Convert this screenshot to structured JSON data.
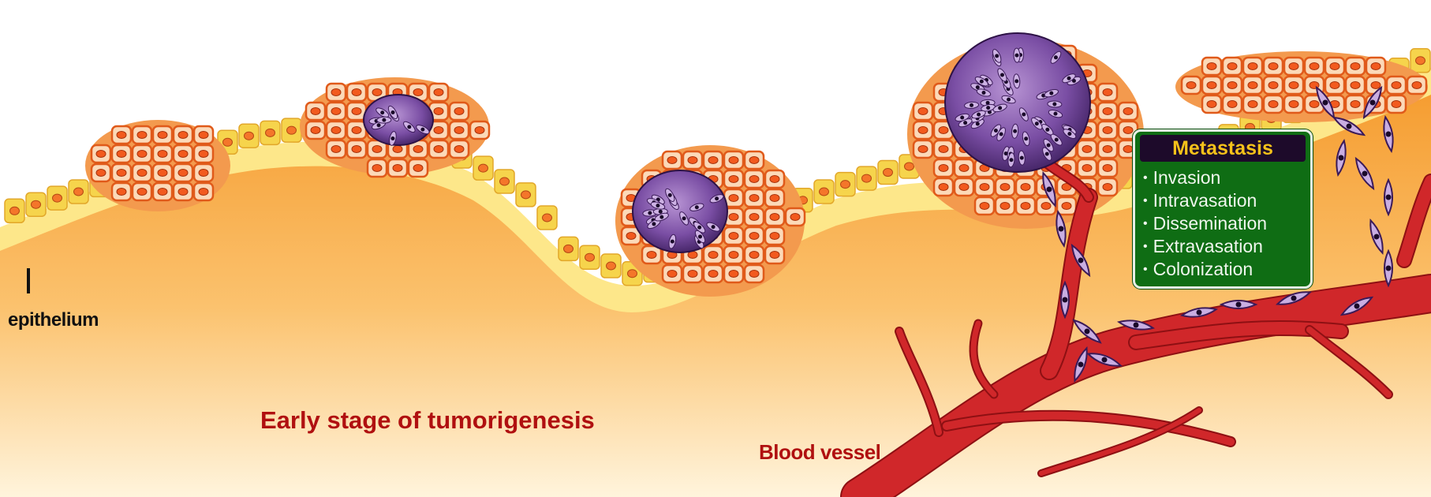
{
  "labels": {
    "epithelium": "epithelium",
    "early_stage": "Early stage of tumorigenesis",
    "blood_vessel": "Blood vessel"
  },
  "metastasis": {
    "title": "Metastasis",
    "steps": [
      "Invasion",
      "Intravasation",
      "Dissemination",
      "Extravasation",
      "Colonization"
    ]
  },
  "colors": {
    "tissue": "#f7a43a",
    "basement_layer": "#fbe57e",
    "normal_cell": "#f6d44c",
    "hyperplastic_cell": "#ee7a2b",
    "tumor_cell": "#6a3f8e",
    "vessel": "#d0272a",
    "label_red": "#b01010",
    "box_green": "#0f6d14"
  }
}
